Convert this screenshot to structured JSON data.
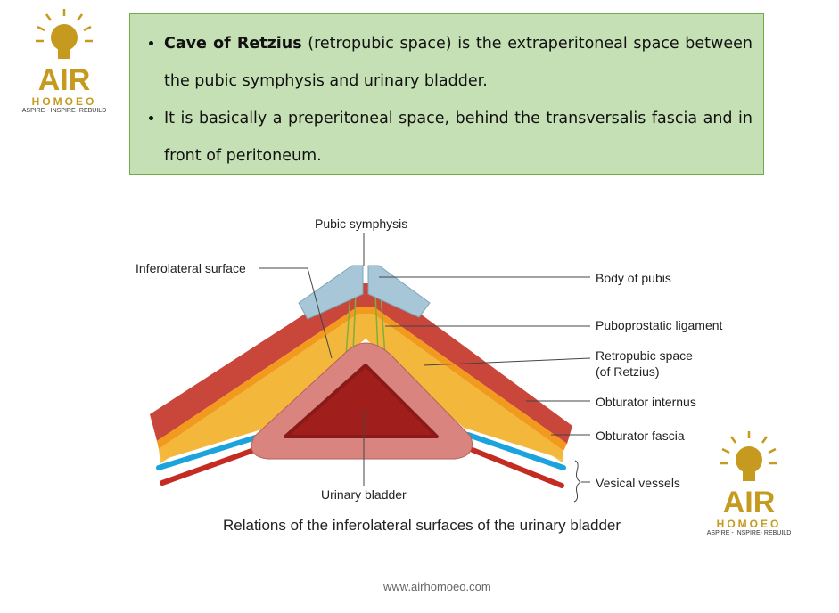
{
  "logo": {
    "name": "AIR",
    "sub": "HOMOEO",
    "tagline": "ASPIRE - INSPIRE- REBUILD"
  },
  "bullets": [
    {
      "bold": "Cave of Retzius",
      "text": " (retropubic space) is the extraperitoneal space between the pubic symphysis and urinary bladder."
    },
    {
      "text": "It is basically a preperitoneal space, behind the transversalis fascia and in front of peritoneum."
    }
  ],
  "figure": {
    "labels": {
      "pubic_symphysis": "Pubic symphysis",
      "inferolateral_surface": "Inferolateral surface",
      "body_of_pubis": "Body of pubis",
      "puboprostatic_ligament": "Puboprostatic ligament",
      "retropubic_space": "Retropubic space",
      "of_retzius": "(of Retzius)",
      "obturator_internus": "Obturator internus",
      "obturator_fascia": "Obturator fascia",
      "vesical_vessels": "Vesical vessels",
      "urinary_bladder": "Urinary bladder"
    },
    "caption": "Relations of the inferolateral surfaces of the urinary bladder"
  },
  "footer": "www.airhomoeo.com",
  "colors": {
    "box_bg": "#c5e0b4",
    "box_border": "#70ad47",
    "logo_gold": "#c59a1e"
  }
}
